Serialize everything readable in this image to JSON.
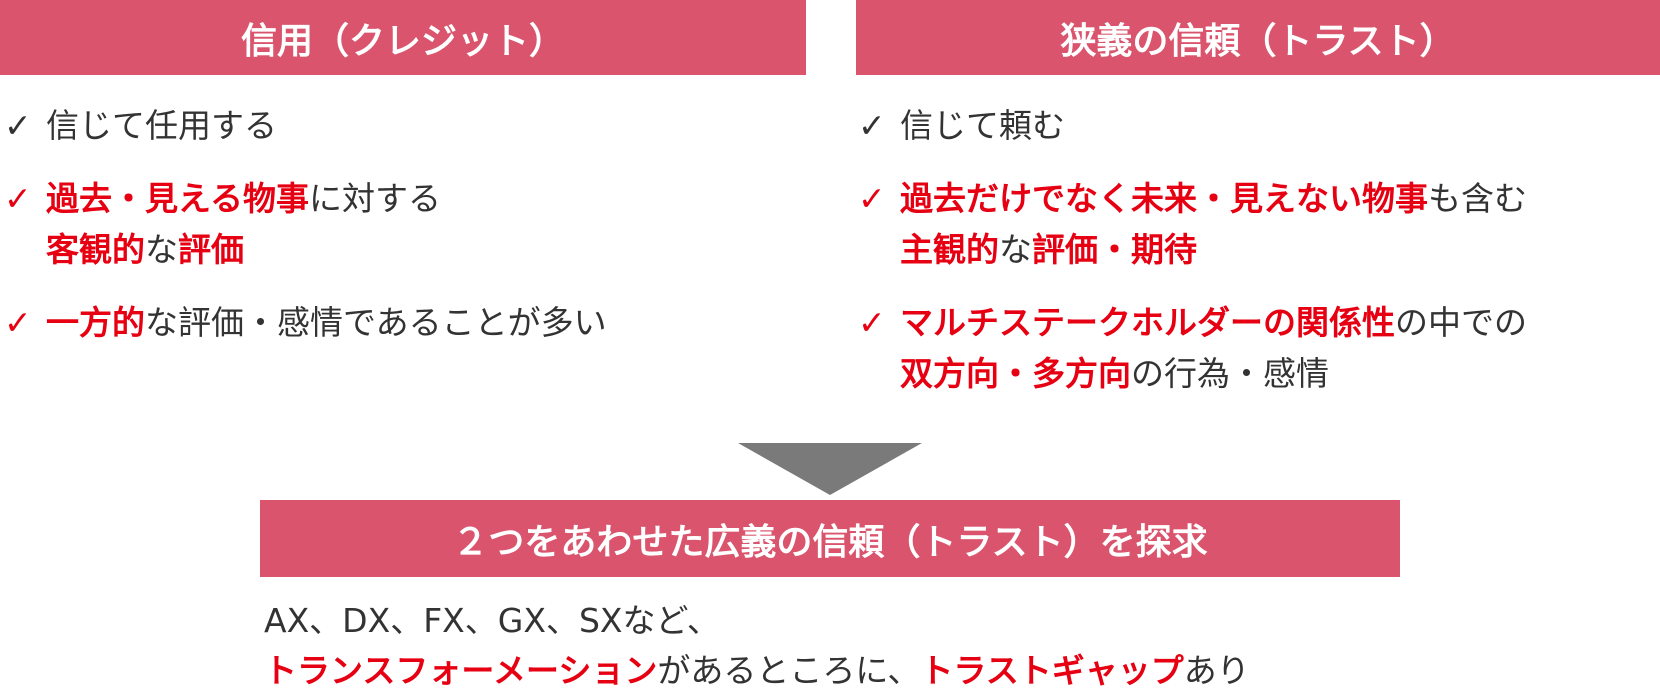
{
  "left": {
    "header": "信用（クレジット）",
    "items": [
      {
        "lines": [
          [
            {
              "t": "信じて任用する",
              "hl": false
            }
          ]
        ],
        "check_red": false
      },
      {
        "lines": [
          [
            {
              "t": "過去・見える物事",
              "hl": true
            },
            {
              "t": "に対する",
              "hl": false
            }
          ],
          [
            {
              "t": "客観的",
              "hl": true
            },
            {
              "t": "な",
              "hl": false
            },
            {
              "t": "評価",
              "hl": true
            }
          ]
        ],
        "check_red": true
      },
      {
        "lines": [
          [
            {
              "t": "一方的",
              "hl": true
            },
            {
              "t": "な評価・感情であることが多い",
              "hl": false
            }
          ]
        ],
        "check_red": true
      }
    ]
  },
  "right": {
    "header": "狭義の信頼（トラスト）",
    "items": [
      {
        "lines": [
          [
            {
              "t": "信じて頼む",
              "hl": false
            }
          ]
        ],
        "check_red": false
      },
      {
        "lines": [
          [
            {
              "t": "過去だけでなく未来・見えない物事",
              "hl": true
            },
            {
              "t": "も含む",
              "hl": false
            }
          ],
          [
            {
              "t": "主観的",
              "hl": true
            },
            {
              "t": "な",
              "hl": false
            },
            {
              "t": "評価・期待",
              "hl": true
            }
          ]
        ],
        "check_red": true
      },
      {
        "lines": [
          [
            {
              "t": "マルチステークホルダーの関係性",
              "hl": true
            },
            {
              "t": "の中での",
              "hl": false
            }
          ],
          [
            {
              "t": "双方向・多方向",
              "hl": true
            },
            {
              "t": "の行為・感情",
              "hl": false
            }
          ]
        ],
        "check_red": true
      }
    ]
  },
  "check_symbol": "✓",
  "bottom": {
    "header": "２つをあわせた広義の信頼（トラスト）を探求",
    "lines": [
      [
        {
          "t": "AX、DX、FX、GX、SXなど、",
          "hl": false
        }
      ],
      [
        {
          "t": "トランスフォーメーション",
          "hl": true
        },
        {
          "t": "があるところに、",
          "hl": false
        },
        {
          "t": "トラストギャップ",
          "hl": true
        },
        {
          "t": "あり",
          "hl": false
        }
      ]
    ]
  },
  "colors": {
    "header_bg": "#d9546c",
    "highlight": "#e60012",
    "arrow": "#7a7a7a",
    "text": "#333333"
  }
}
